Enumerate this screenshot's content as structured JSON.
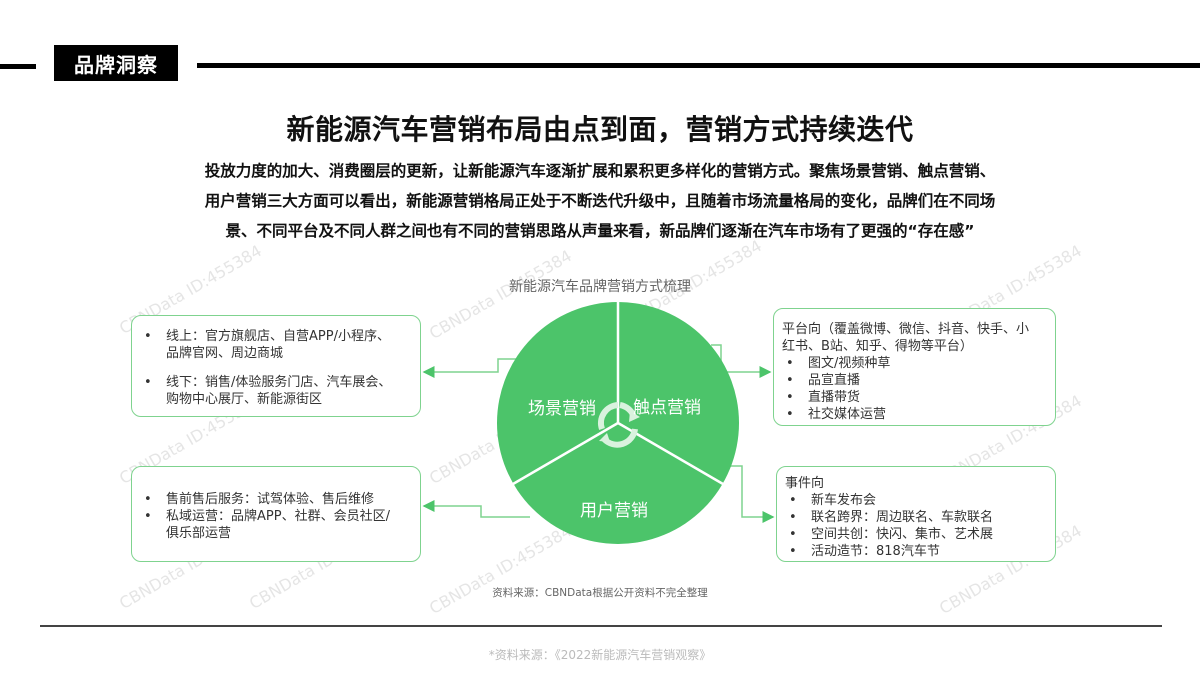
{
  "header": {
    "tag": "品牌洞察"
  },
  "page_title": "新能源汽车营销布局由点到面，营销方式持续迭代",
  "intro": {
    "lines": [
      "投放力度的加大、消费圈层的更新，让新能源汽车逐渐扩展和累积更多样化的营销方式。聚焦场景营销、触点营销、",
      "用户营销三大方面可以看出，新能源营销格局正处于不断迭代升级中，且随着市场流量格局的变化，品牌们在不同场",
      "景、不同平台及不同人群之间也有不同的营销思路从声量来看，新品牌们逐渐在汽车市场有了更强的“存在感”"
    ]
  },
  "diagram": {
    "title": "新能源汽车品牌营销方式梳理",
    "colors": {
      "wheel": "#4cc46a",
      "border": "#7fd38f",
      "divider": "#ffffff"
    },
    "segments": [
      {
        "label": "场景营销"
      },
      {
        "label": "触点营销"
      },
      {
        "label": "用户营销"
      }
    ],
    "center_icon": "cycle-arrows-icon",
    "scene_box": {
      "bullet": "•",
      "items": [
        {
          "l1": "线上：官方旗舰店、自营APP/小程序、",
          "l2": "品牌官网、周边商城"
        },
        {
          "l1": "线下：销售/体验服务门店、汽车展会、",
          "l2": "购物中心展厅、新能源街区"
        }
      ]
    },
    "user_box": {
      "bullet": "•",
      "items": [
        {
          "l1": "售前售后服务：试驾体验、售后维修",
          "l2": ""
        },
        {
          "l1": "私域运营：品牌APP、社群、会员社区/",
          "l2": "俱乐部运营"
        }
      ]
    },
    "touch_box": {
      "heading_l1": "平台向（覆盖微博、微信、抖音、快手、小",
      "heading_l2": "红书、B站、知乎、得物等平台）",
      "bullet": "•",
      "items": [
        "图文/视频种草",
        "品宣直播",
        "直播带货",
        "社交媒体运营"
      ]
    },
    "event_box": {
      "heading": "事件向",
      "bullet": "•",
      "items": [
        "新车发布会",
        "联名跨界：周边联名、车款联名",
        "空间共创：快闪、集市、艺术展",
        "活动造节：818汽车节"
      ]
    },
    "source": "资料来源：CBNData根据公开资料不完全整理",
    "watermark": "CBNData ID:455384"
  },
  "footnote": "*资料来源：《2022新能源汽车营销观察》"
}
